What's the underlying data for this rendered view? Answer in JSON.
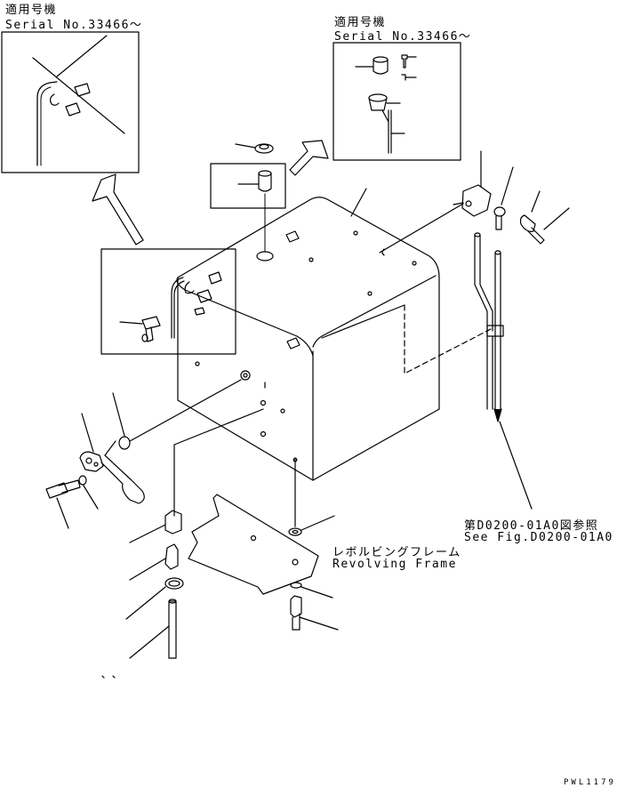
{
  "inset_left": {
    "applicable": "適用号機",
    "serial": "Serial No.33466～"
  },
  "inset_right": {
    "applicable": "適用号機",
    "serial": "Serial No.33466～"
  },
  "reference": {
    "jp": "第D0200-01A0図参照",
    "en": "See Fig.D0200-01A0"
  },
  "frame_label": {
    "jp": "レボルビングフレーム",
    "en": "Revolving Frame"
  },
  "drawing_code": "PWL1179",
  "colors": {
    "ink": "#000000",
    "paper": "#ffffff"
  }
}
